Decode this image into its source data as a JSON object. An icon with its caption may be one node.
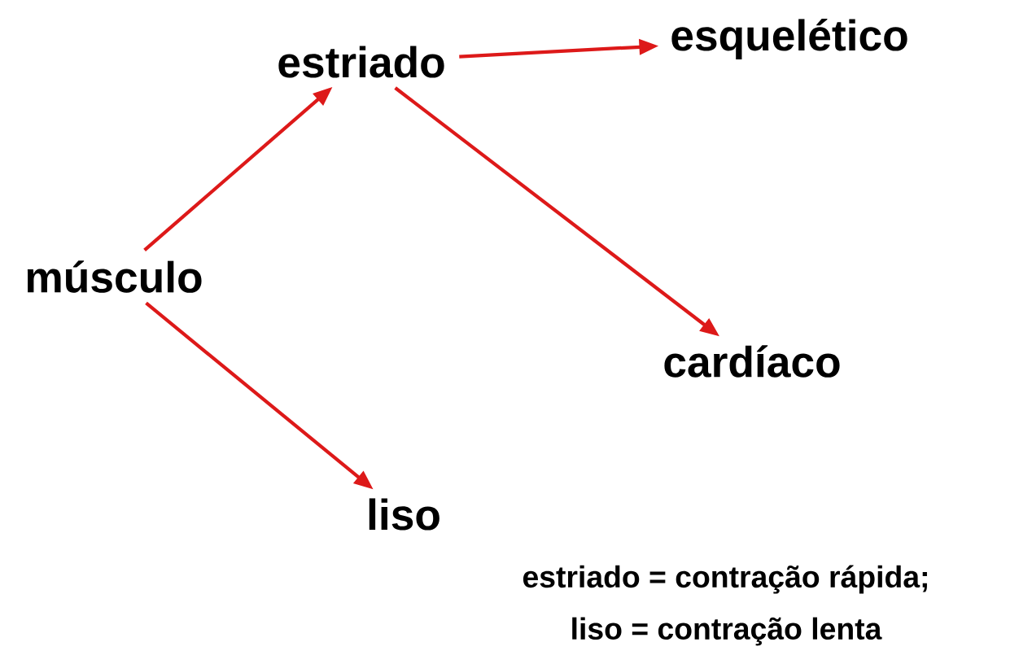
{
  "diagram": {
    "nodes": [
      {
        "text": [
          "músculo"
        ]
      },
      {
        "text": [
          "estriado"
        ]
      },
      {
        "text": [
          "esquelético"
        ]
      },
      {
        "text": [
          "cardíaco"
        ]
      },
      {
        "text": [
          "liso"
        ]
      }
    ],
    "edges": [
      {
        "from": 0,
        "to": 1,
        "arrow": "to"
      },
      {
        "from": 1,
        "to": 2,
        "arrow": "to"
      },
      {
        "from": 1,
        "to": 3,
        "arrow": "to"
      },
      {
        "from": 0,
        "to": 4,
        "arrow": "to"
      }
    ],
    "labels": [
      "estriado = contração rápida;",
      "liso = contração lenta"
    ]
  }
}
